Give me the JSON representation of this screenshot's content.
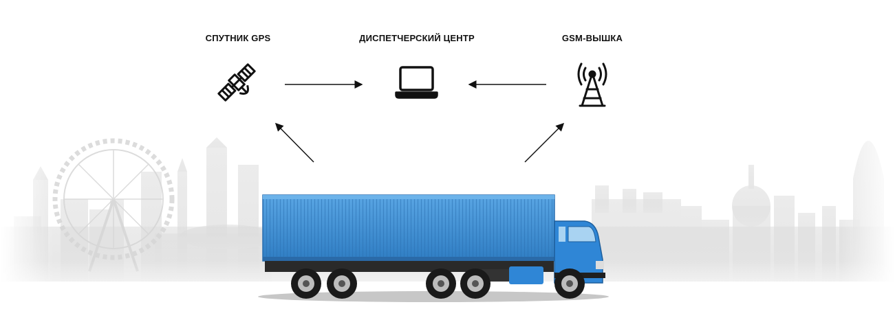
{
  "nodes": {
    "satellite": {
      "label": "Спутник GPS",
      "icon": "satellite-icon"
    },
    "dispatch": {
      "label": "Диспетчерский центр",
      "icon": "laptop-icon"
    },
    "tower": {
      "label": "GSM-вышка",
      "icon": "cell-tower-icon"
    },
    "vehicle": {
      "icon": "container-truck-illustration"
    }
  },
  "edges": [
    {
      "from": "satellite",
      "to": "dispatch"
    },
    {
      "from": "tower",
      "to": "dispatch"
    },
    {
      "from": "vehicle",
      "to": "satellite"
    },
    {
      "from": "vehicle",
      "to": "tower"
    }
  ],
  "colors": {
    "text": "#111111",
    "skyline": "#d9d9d9",
    "container": "#3f8fd3",
    "cab": "#2f86d6",
    "chassis": "#222222"
  }
}
